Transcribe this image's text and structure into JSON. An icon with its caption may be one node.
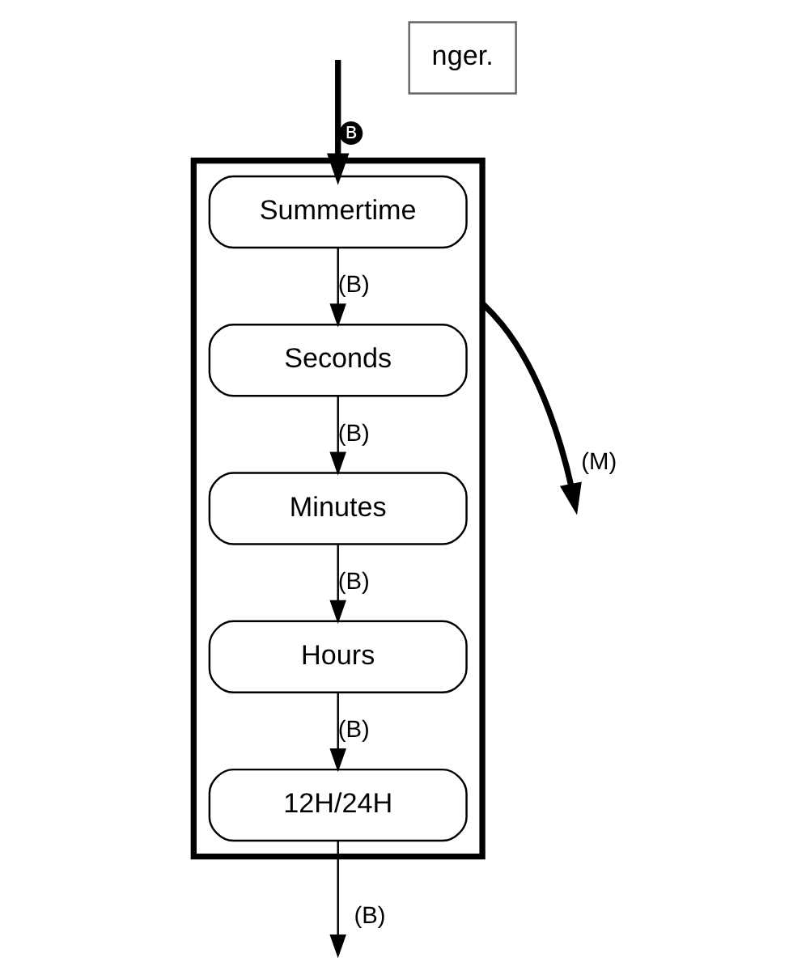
{
  "diagram": {
    "nodes": [
      {
        "text": [],
        "shape": "box"
      },
      {
        "text": [
          "Summertime"
        ],
        "in": 0
      },
      {
        "text": [
          "Seconds"
        ],
        "in": 0
      },
      {
        "text": [
          "Minutes"
        ],
        "in": 0
      },
      {
        "text": [
          "Hours"
        ],
        "in": 0
      },
      {
        "text": [
          "12H/24H"
        ],
        "in": 0
      },
      {
        "text": [
          "nger."
        ]
      }
    ],
    "edges": [
      {
        "from": null,
        "to": 1,
        "arrow": "to",
        "label": "🅑",
        "style": "thick"
      },
      {
        "from": 0,
        "to": null,
        "arrow": "to",
        "label": "(M)",
        "style": "thick"
      },
      {
        "from": 1,
        "to": 2,
        "arrow": "to",
        "label": "(B)"
      },
      {
        "from": 2,
        "to": 3,
        "arrow": "to",
        "label": "(B)"
      },
      {
        "from": 3,
        "to": 4,
        "arrow": "to",
        "label": "(B)"
      },
      {
        "from": 4,
        "to": 5,
        "arrow": "to",
        "label": "(B)"
      },
      {
        "from": 5,
        "to": null,
        "arrow": "to",
        "label": "(B)"
      }
    ]
  }
}
